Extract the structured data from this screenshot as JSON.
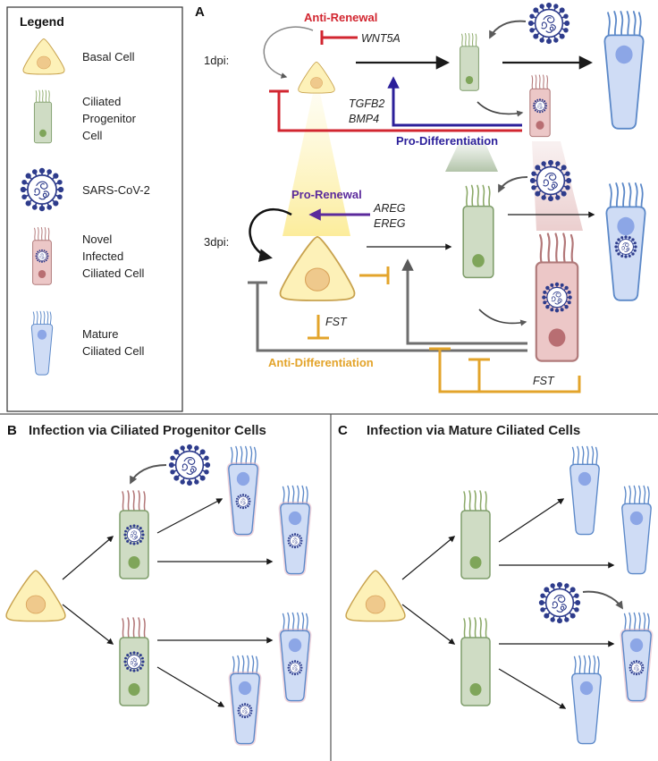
{
  "colors": {
    "basal_fill": "#fdf1b8",
    "basal_stroke": "#c8a24e",
    "basal_nucleus": "#efc98c",
    "progenitor_fill": "#cfdcc4",
    "progenitor_stroke": "#7f9d6b",
    "progenitor_nucleus": "#7fa55a",
    "progenitor_cilia": "#8aa866",
    "infected_fill": "#ecc7c7",
    "infected_stroke": "#b07a7a",
    "infected_nucleus": "#b86e72",
    "infected_cilia": "#b27778",
    "mature_fill": "#cfdcf5",
    "mature_stroke": "#5b88c8",
    "mature_nucleus": "#8ca6e6",
    "virus": "#2e3c8c",
    "anti_renewal": "#d22630",
    "pro_differentiation": "#2b1f9a",
    "pro_renewal": "#5b2a9c",
    "anti_differentiation": "#e3a42b",
    "inhibition_grey": "#6e6e6e"
  },
  "legend": {
    "title": "Legend",
    "items": [
      {
        "icon": "basal-cell-icon",
        "label_lines": [
          "Basal Cell"
        ]
      },
      {
        "icon": "ciliated-progenitor-cell-icon",
        "label_lines": [
          "Ciliated",
          "Progenitor",
          "Cell"
        ]
      },
      {
        "icon": "sars-cov-2-icon",
        "label_lines": [
          "SARS-CoV-2"
        ]
      },
      {
        "icon": "infected-ciliated-cell-icon",
        "label_lines": [
          "Novel",
          "Infected",
          "Ciliated Cell"
        ]
      },
      {
        "icon": "mature-ciliated-cell-icon",
        "label_lines": [
          "Mature",
          "Ciliated Cell"
        ]
      }
    ]
  },
  "panel_a": {
    "letter": "A",
    "row_1dpi": "1dpi:",
    "row_3dpi": "3dpi:",
    "anti_renewal": "Anti-Renewal",
    "wnt5a": "WNT5A",
    "tgfb2": "TGFB2",
    "bmp4": "BMP4",
    "pro_differentiation": "Pro-Differentiation",
    "pro_renewal": "Pro-Renewal",
    "areg": "AREG",
    "ereg": "EREG",
    "fst_left": "FST",
    "anti_differentiation": "Anti-Differentiation",
    "fst_right": "FST"
  },
  "panel_b": {
    "letter": "B",
    "title": "Infection via Ciliated Progenitor Cells"
  },
  "panel_c": {
    "letter": "C",
    "title": "Infection via Mature Ciliated Cells"
  }
}
